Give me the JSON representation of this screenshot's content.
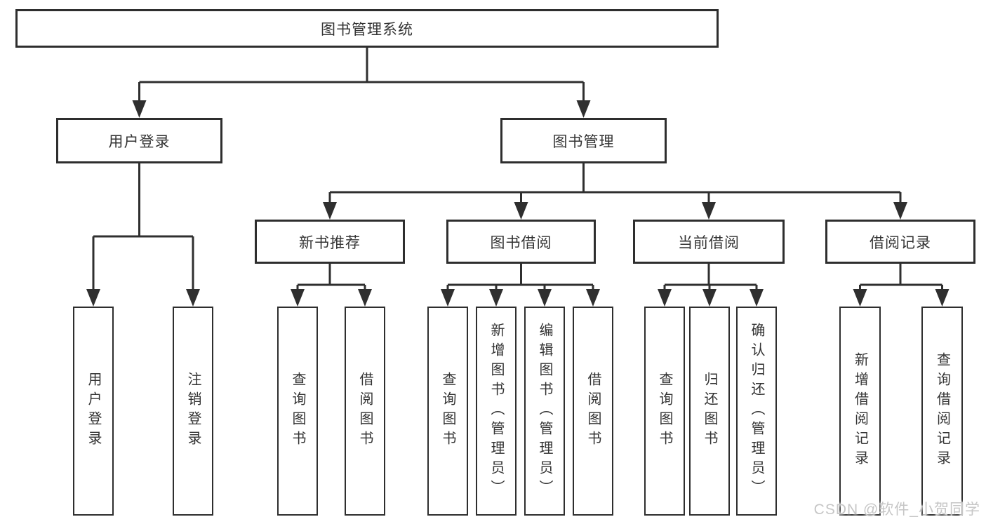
{
  "diagram": {
    "root": {
      "label": "图书管理系统"
    },
    "level2": [
      {
        "id": "user-login",
        "label": "用户登录"
      },
      {
        "id": "book-management",
        "label": "图书管理"
      }
    ],
    "level3": [
      {
        "id": "new-book-recommendation",
        "parent": "图书管理",
        "label": "新书推荐"
      },
      {
        "id": "book-borrowing",
        "parent": "图书管理",
        "label": "图书借阅"
      },
      {
        "id": "current-borrowing",
        "parent": "图书管理",
        "label": "当前借阅"
      },
      {
        "id": "borrowing-records",
        "parent": "图书管理",
        "label": "借阅记录"
      }
    ],
    "level4": [
      {
        "parent": "用户登录",
        "label": "用户登录"
      },
      {
        "parent": "用户登录",
        "label": "注销登录"
      },
      {
        "parent": "新书推荐",
        "label": "查询图书"
      },
      {
        "parent": "新书推荐",
        "label": "借阅图书"
      },
      {
        "parent": "图书借阅",
        "label": "查询图书"
      },
      {
        "parent": "图书借阅",
        "label": "新增图书（管理员）"
      },
      {
        "parent": "图书借阅",
        "label": "编辑图书（管理员）"
      },
      {
        "parent": "图书借阅",
        "label": "借阅图书"
      },
      {
        "parent": "当前借阅",
        "label": "查询图书"
      },
      {
        "parent": "当前借阅",
        "label": "归还图书"
      },
      {
        "parent": "当前借阅",
        "label": "确认归还（管理员）"
      },
      {
        "parent": "借阅记录",
        "label": "新增借阅记录"
      },
      {
        "parent": "借阅记录",
        "label": "查询借阅记录"
      }
    ],
    "line_color": "#2f2f2f",
    "box_border_color": "#2e2e2e",
    "text_color": "#333333",
    "background_color": "#ffffff"
  },
  "watermark": {
    "text": "CSDN @软件_小贺同学",
    "color": "#c6c6c6"
  }
}
